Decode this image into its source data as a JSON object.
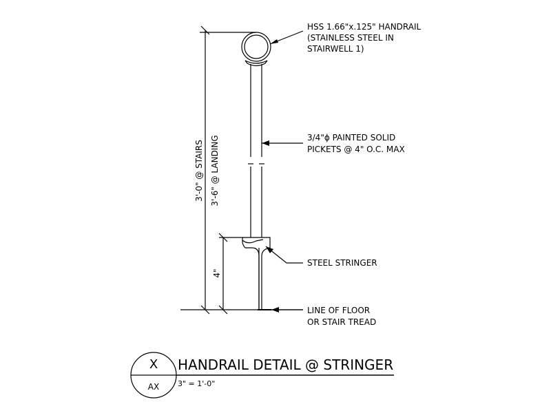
{
  "callouts": {
    "handrail": [
      "HSS 1.66\"x.125\" HANDRAIL",
      "(STAINLESS STEEL IN",
      "STAIRWELL 1)"
    ],
    "pickets": [
      "3/4\"ϕ PAINTED SOLID",
      "PICKETS @ 4\" O.C. MAX"
    ],
    "stringer": [
      "STEEL STRINGER"
    ],
    "floor": [
      "LINE OF FLOOR",
      "OR STAIR TREAD"
    ]
  },
  "dimensions": {
    "height_stairs": "3'-0\" @ STAIRS",
    "height_landing": "3'-6\" @ LANDING",
    "stringer_height": "4\""
  },
  "title_block": {
    "detail_number": "X",
    "sheet_ref": "AX",
    "title": "HANDRAIL DETAIL @ STRINGER",
    "scale": "3\" = 1'-0\""
  }
}
